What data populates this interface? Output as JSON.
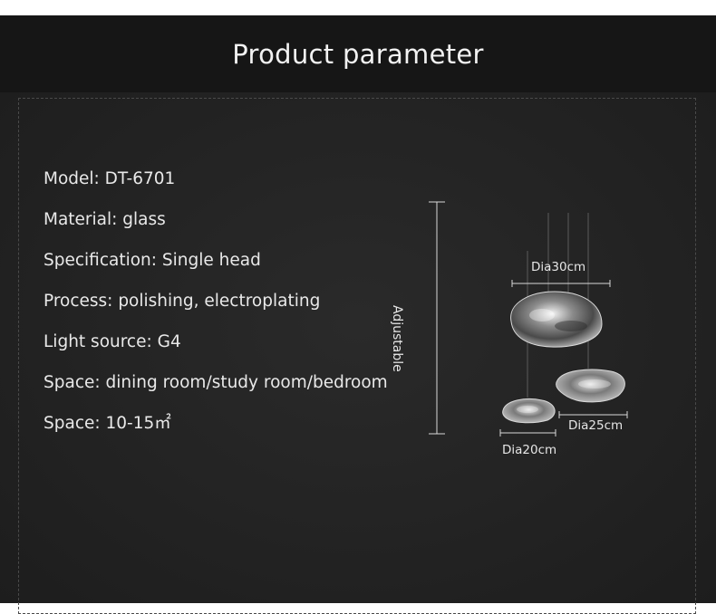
{
  "header": {
    "title": "Product parameter"
  },
  "specs": [
    {
      "key": "Model:",
      "value": "DT-6701"
    },
    {
      "key": "Material:",
      "value": "glass"
    },
    {
      "key": "Specification:",
      "value": "Single head"
    },
    {
      "key": "Process:",
      "value": "polishing, electroplating"
    },
    {
      "key": "Light source:",
      "value": "G4"
    },
    {
      "key": "Space:",
      "value": "dining room/study room/bedroom"
    },
    {
      "key": "Space:",
      "value": "10-15㎡"
    }
  ],
  "diagram": {
    "height_label": "Adjustable",
    "dim_large": "Dia30cm",
    "dim_medium": "Dia25cm",
    "dim_small": "Dia20cm"
  },
  "colors": {
    "header_bg": "#161616",
    "panel_bg": "#232323",
    "text": "#e9e9e9"
  }
}
